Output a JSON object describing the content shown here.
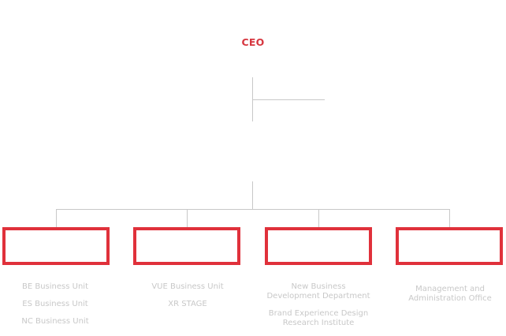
{
  "ceo": {
    "label": "CEO"
  },
  "columns": [
    {
      "items": [
        "BE Business Unit",
        "ES Business Unit",
        "NC Business Unit"
      ]
    },
    {
      "items": [
        "VUE Business Unit",
        "XR STAGE"
      ]
    },
    {
      "items": [
        "New Business\nDevelopment Department",
        "Brand Experience Design\nResearch Institute"
      ]
    },
    {
      "items": [
        "Management and\nAdministration Office"
      ]
    }
  ],
  "colors": {
    "accent": "#e0313b",
    "line": "#c8c8c8",
    "muted_text": "#c8c8c8"
  }
}
